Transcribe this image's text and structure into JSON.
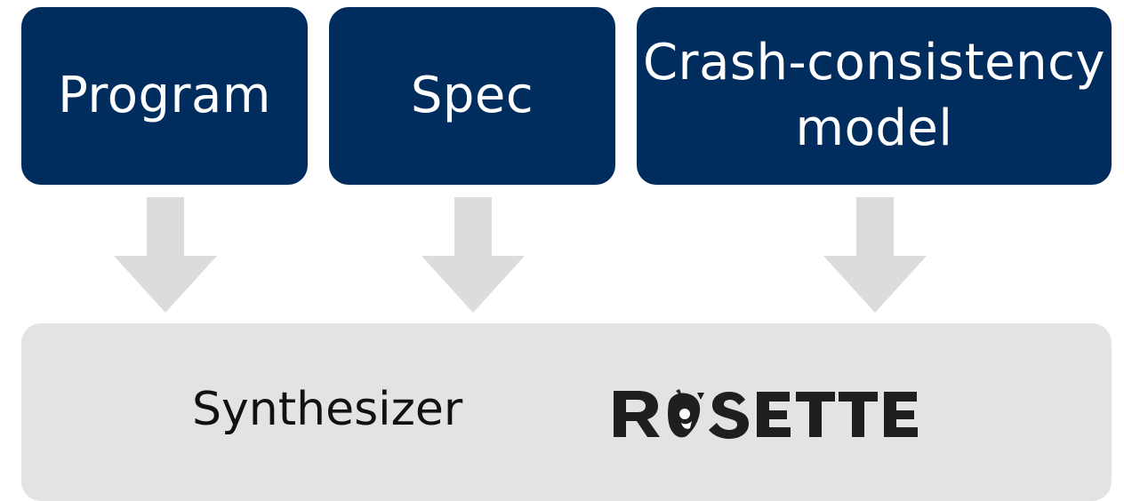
{
  "inputs": {
    "program_label": "Program",
    "spec_label": "Spec",
    "ccm_line1": "Crash-consistency",
    "ccm_line2": "model"
  },
  "synthesizer": {
    "label": "Synthesizer",
    "logo_text": "ROSETTE"
  },
  "colors": {
    "input_box": "#002d5e",
    "synth_box": "#e3e3e5",
    "arrow": "#dcdcde",
    "logo": "#1f1f1f"
  }
}
